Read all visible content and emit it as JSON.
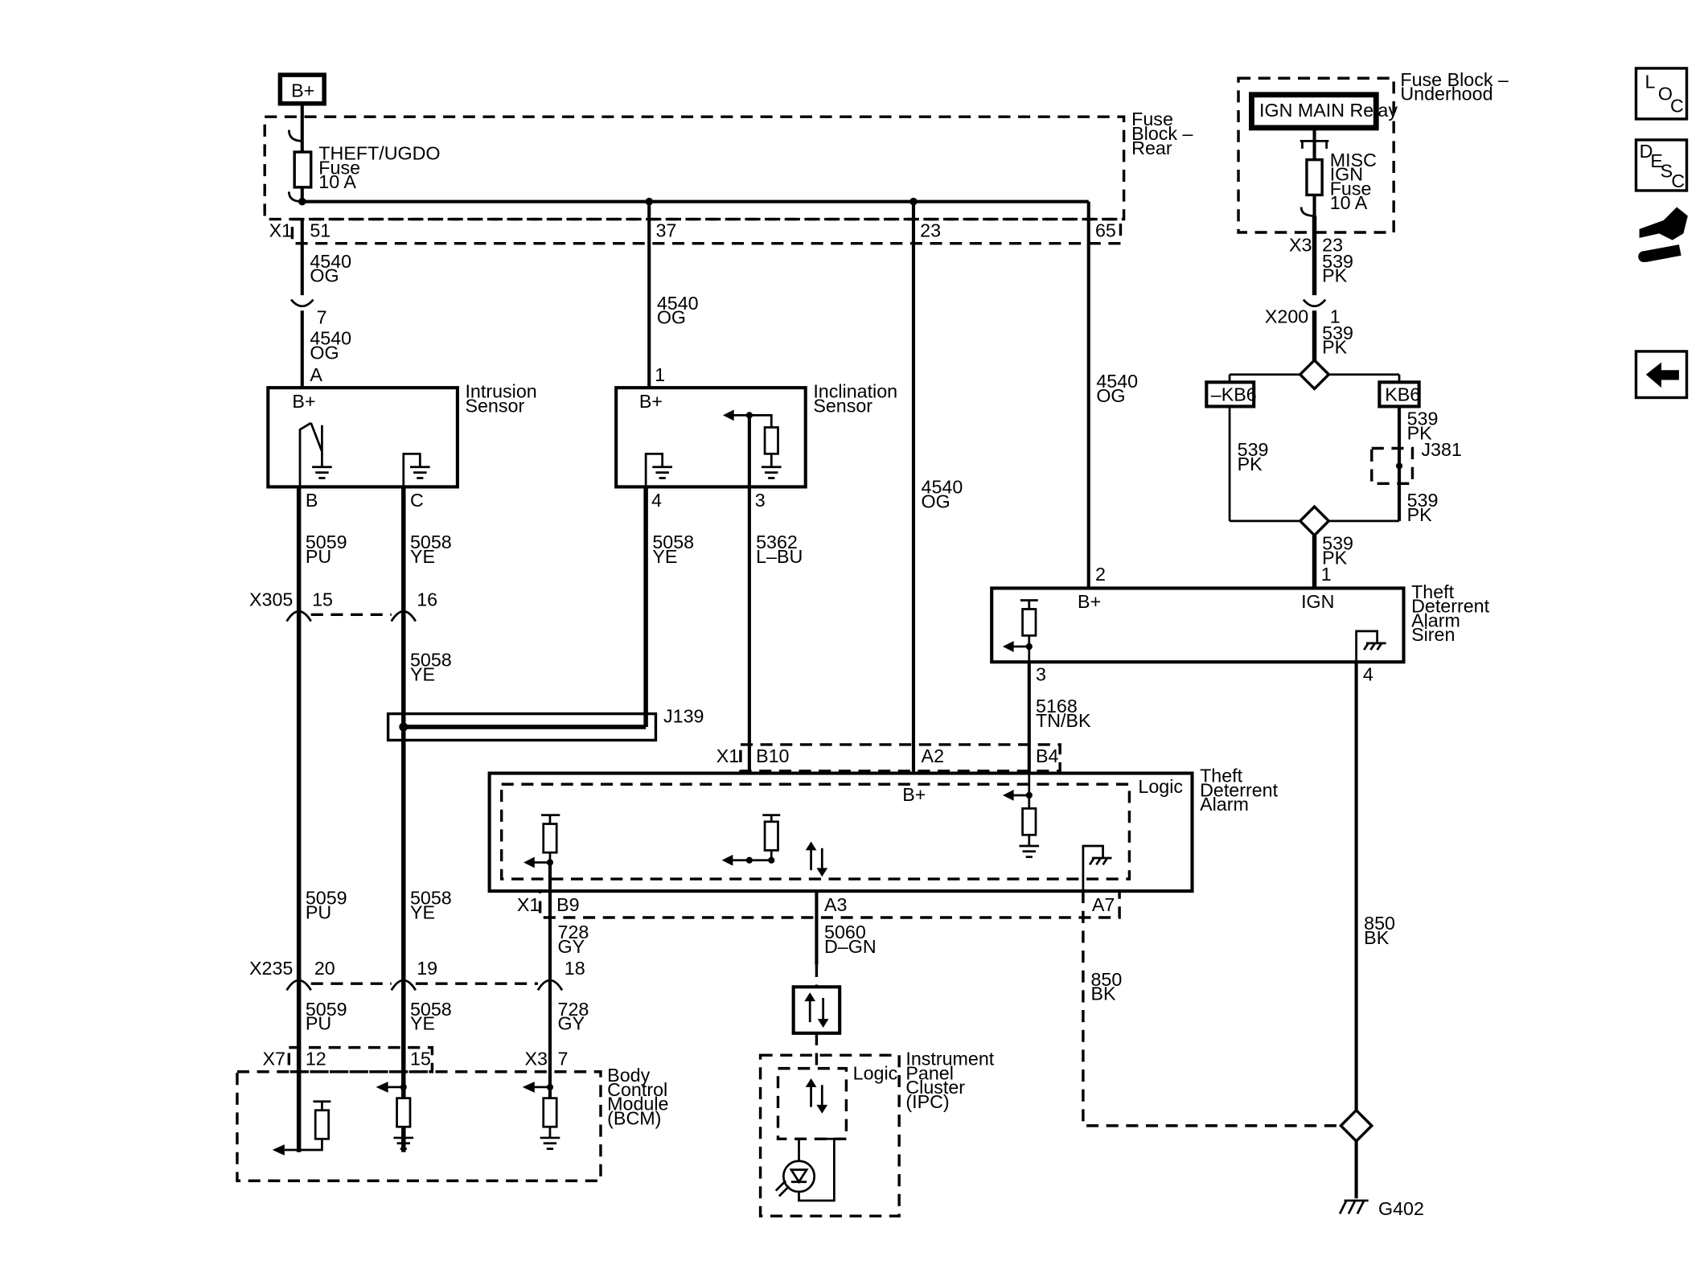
{
  "nav": {
    "loc_letters": [
      "L",
      "O",
      "C"
    ],
    "desc_letters": [
      "D",
      "E",
      "S",
      "C"
    ],
    "tools_icon": "tools-icon",
    "back_icon": "arrow-left-icon"
  },
  "power": {
    "bplus": "B+"
  },
  "fuse_rear": {
    "label": [
      "Fuse",
      "Block –",
      "Rear"
    ],
    "fuse_name": "THEFT/UGDO",
    "fuse_word": "Fuse",
    "fuse_rating": "10 A",
    "connector": "X1",
    "pins": [
      "51",
      "37",
      "23",
      "65"
    ]
  },
  "fuse_underhood": {
    "label": [
      "Fuse Block –",
      "Underhood"
    ],
    "relay": "IGN MAIN Relay",
    "fuse_lines": [
      "MISC",
      "IGN",
      "Fuse",
      "10 A"
    ],
    "connector": "X3",
    "pin": "23"
  },
  "circuits": {
    "c4540": "4540",
    "og": "OG",
    "c539": "539",
    "pk": "PK",
    "c5059": "5059",
    "pu": "PU",
    "c5058": "5058",
    "ye": "YE",
    "c5362": "5362",
    "lbu": "L–BU",
    "c5168": "5168",
    "tnbk": "TN/BK",
    "c728": "728",
    "gy": "GY",
    "c5060": "5060",
    "dgn": "D–GN",
    "c850": "850",
    "bk": "BK"
  },
  "inline_pins": {
    "p7": "7",
    "x200": "X200",
    "p1": "1"
  },
  "intrusion": {
    "label": [
      "Intrusion",
      "Sensor"
    ],
    "bplus": "B+",
    "pinA": "A",
    "pinB": "B",
    "pinC": "C"
  },
  "inclination": {
    "label": [
      "Inclination",
      "Sensor"
    ],
    "bplus": "B+",
    "pin1": "1",
    "pin4": "4",
    "pin3": "3"
  },
  "options": {
    "nkb6": "–KB6",
    "kb6": "KB6",
    "j381": "J381"
  },
  "siren": {
    "label": [
      "Theft",
      "Deterrent",
      "Alarm",
      "Siren"
    ],
    "bplus": "B+",
    "ign": "IGN",
    "pin2": "2",
    "pin1": "1",
    "pin3": "3",
    "pin4": "4"
  },
  "x305": {
    "name": "X305",
    "p15": "15",
    "p16": "16"
  },
  "j139": "J139",
  "alarm": {
    "label": [
      "Theft",
      "Deterrent",
      "Alarm"
    ],
    "logic": "Logic",
    "bplus": "B+",
    "x1": "X1",
    "top_pins": [
      "B10",
      "A2",
      "B4"
    ],
    "bottom_pins": [
      "B9",
      "A3",
      "A7"
    ]
  },
  "x235": {
    "name": "X235",
    "p20": "20",
    "p19": "19",
    "p18": "18"
  },
  "bcm": {
    "label": [
      "Body",
      "Control",
      "Module",
      "(BCM)"
    ],
    "x7": "X7",
    "p12": "12",
    "p15": "15",
    "x3": "X3",
    "p7": "7"
  },
  "ipc": {
    "label": [
      "Instrument",
      "Panel",
      "Cluster",
      "(IPC)"
    ],
    "logic": "Logic"
  },
  "ground": "G402"
}
